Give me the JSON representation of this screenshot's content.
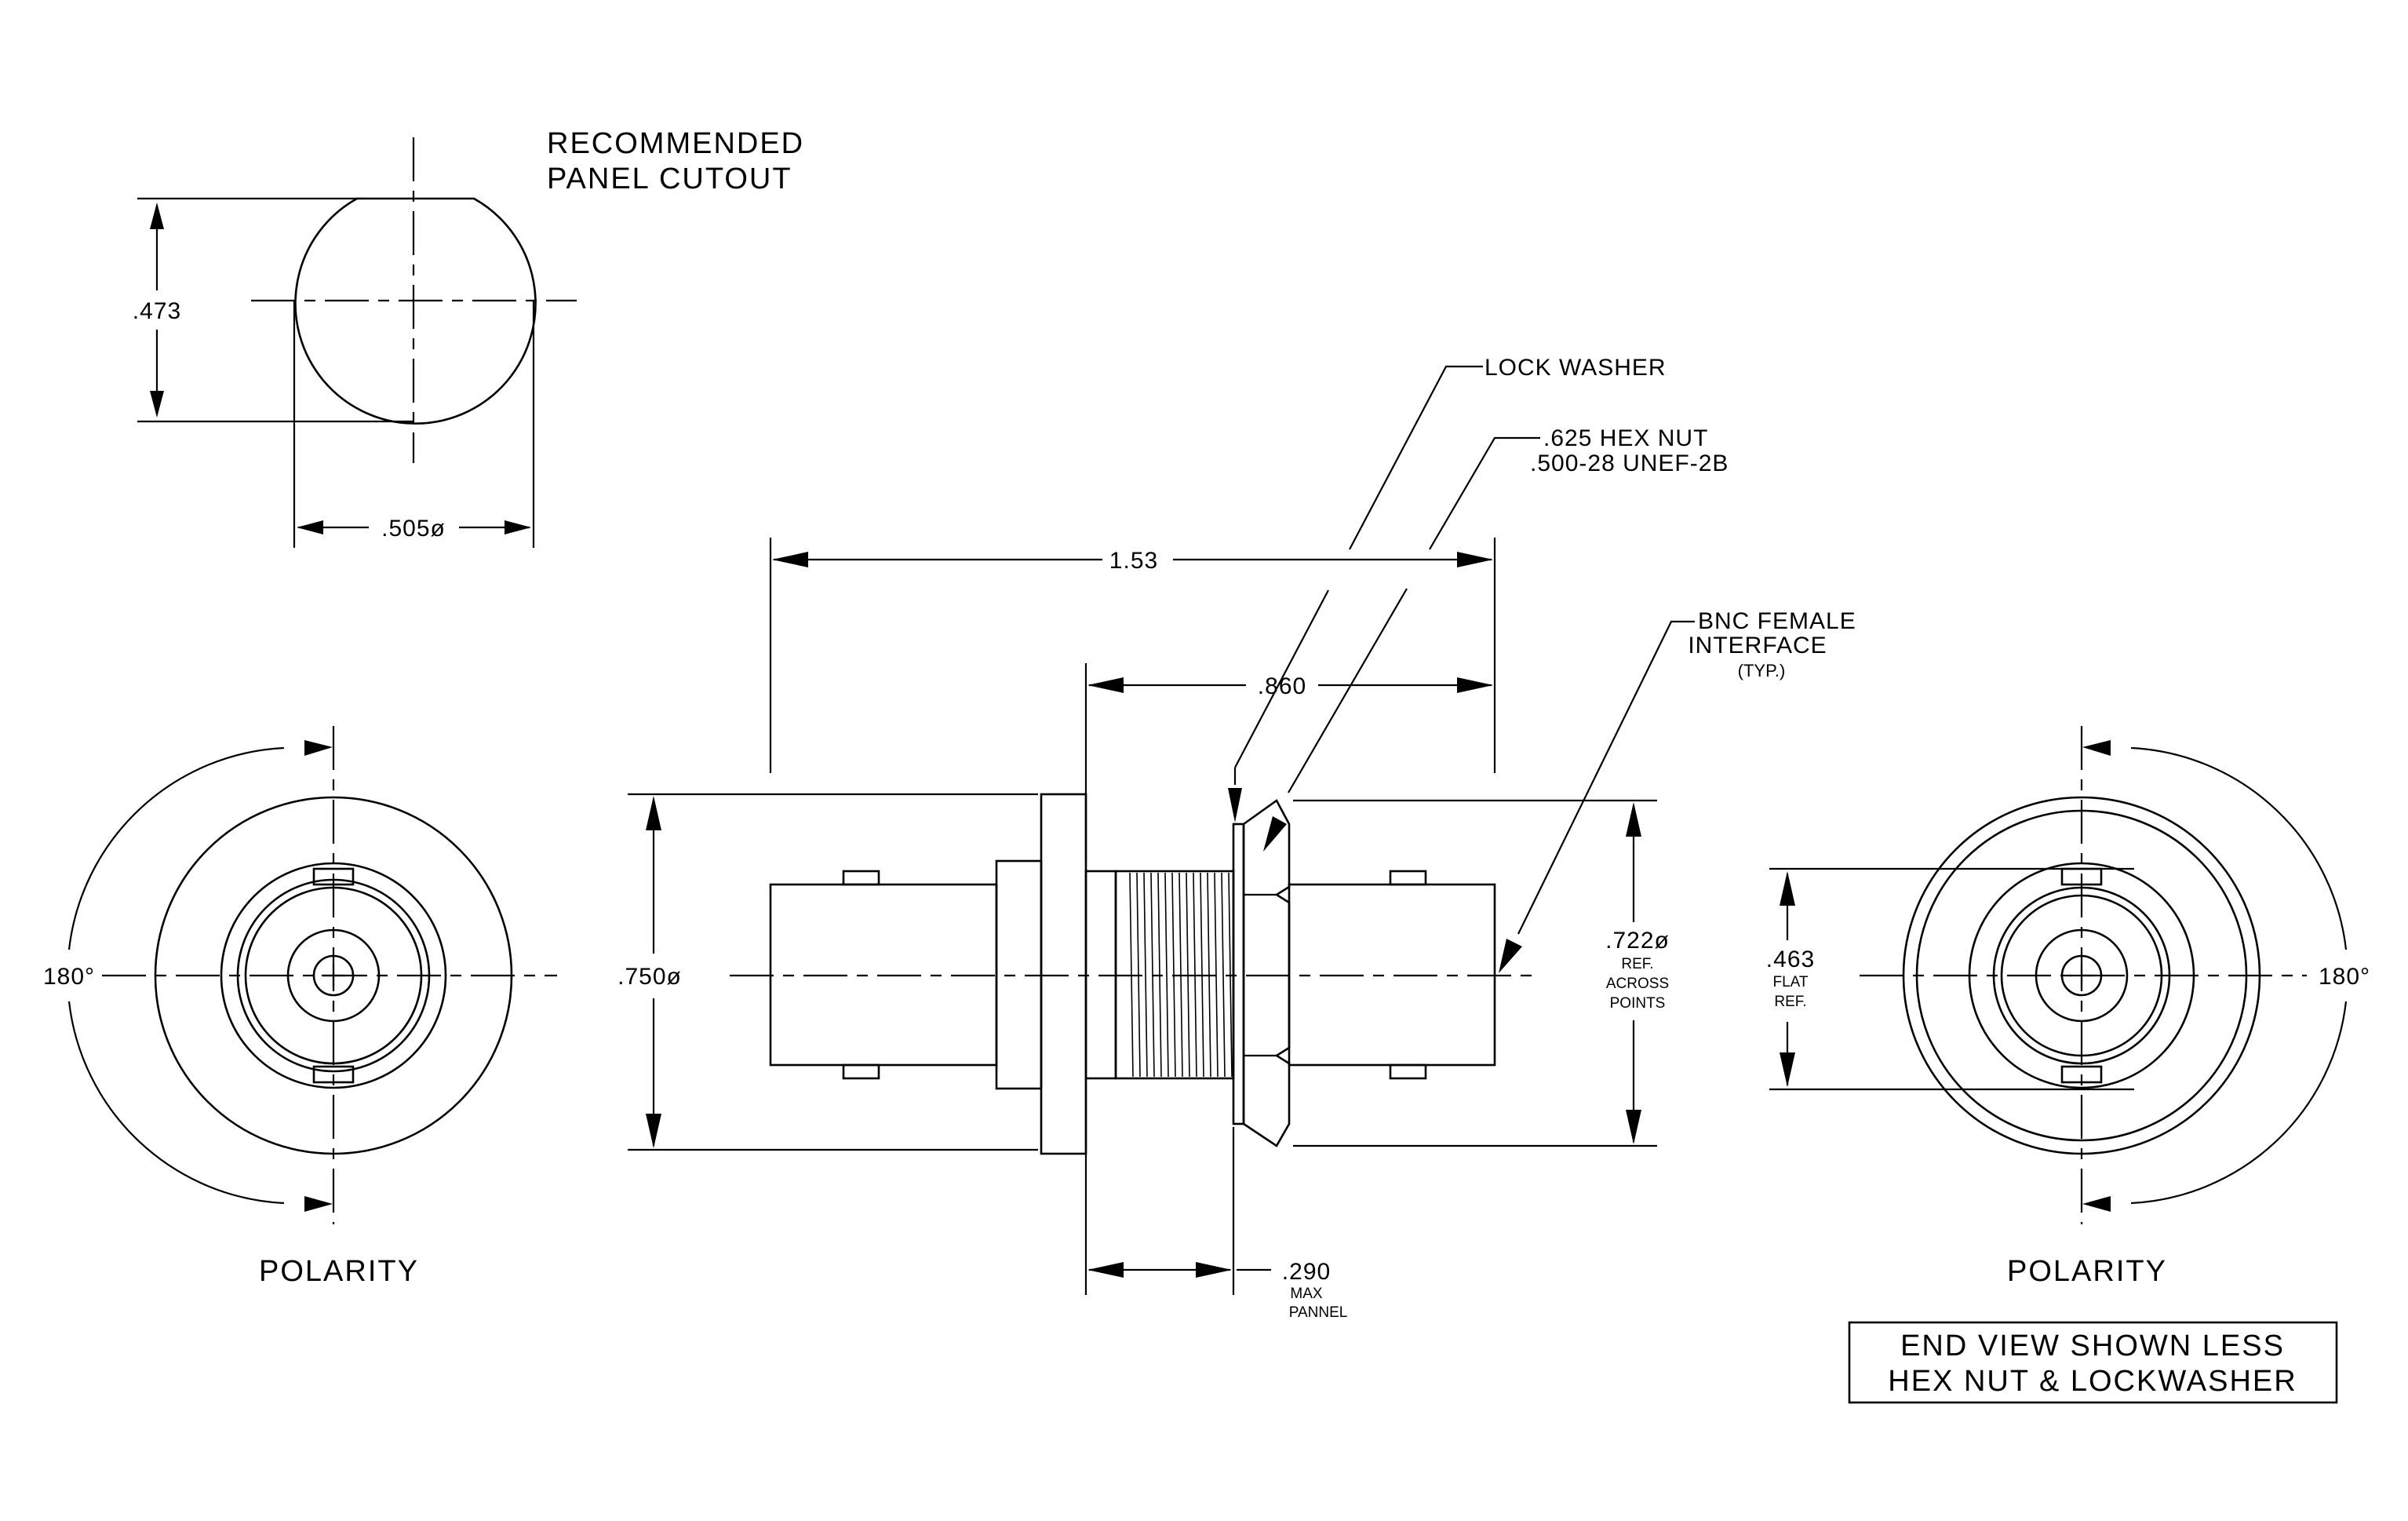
{
  "panel_cutout": {
    "title_line1": "RECOMMENDED",
    "title_line2": "PANEL CUTOUT",
    "height_dim": ".473",
    "diameter_dim": ".505ø"
  },
  "side_view": {
    "overall_length": "1.53",
    "thread_length": ".860",
    "panel_max": ".290",
    "panel_max_note1": "MAX",
    "panel_max_note2": "PANNEL",
    "flange_diameter": ".750ø",
    "hex_diameter": ".722ø",
    "hex_note1": "REF.",
    "hex_note2": "ACROSS",
    "hex_note3": "POINTS"
  },
  "callouts": {
    "lock_washer": "LOCK WASHER",
    "hex_nut_line1": ".625 HEX NUT",
    "hex_nut_line2": ".500-28 UNEF-2B",
    "bnc_line1": "BNC FEMALE",
    "bnc_line2": "INTERFACE",
    "bnc_line3": "(TYP.)"
  },
  "left_end_view": {
    "angle": "180°",
    "label": "POLARITY"
  },
  "right_end_view": {
    "angle": "180°",
    "label": "POLARITY",
    "flat_dim": ".463",
    "flat_note1": "FLAT",
    "flat_note2": "REF."
  },
  "note_box": {
    "line1": "END VIEW SHOWN LESS",
    "line2": "HEX NUT & LOCKWASHER"
  }
}
